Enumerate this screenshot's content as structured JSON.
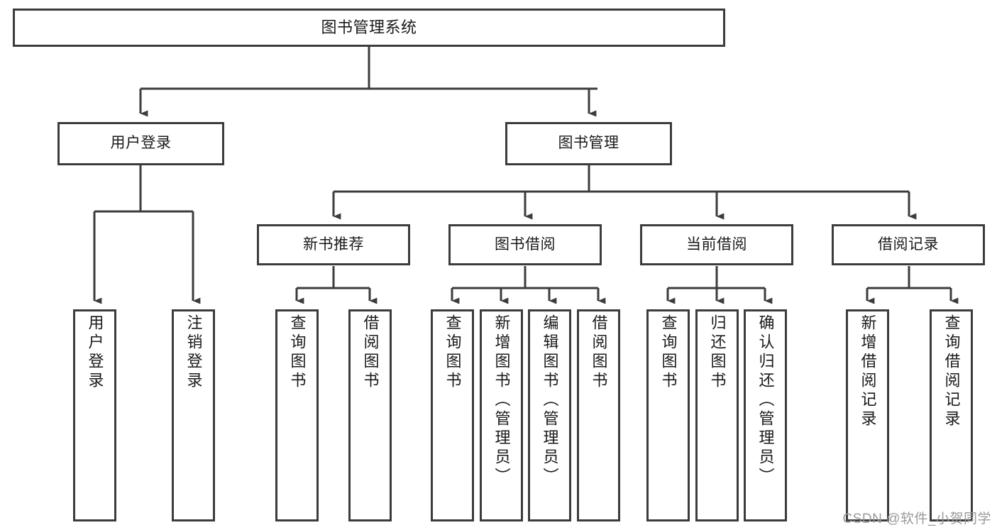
{
  "diagram": {
    "title": "图书管理系统",
    "type": "tree",
    "orientation": "top-down",
    "colors": {
      "stroke": "#3c3c3c",
      "fill": "#ffffff",
      "text": "#1a1a1a",
      "watermark": "#9a9a9a"
    },
    "nodes": {
      "root": {
        "label": "图书管理系统"
      },
      "level1": [
        {
          "label": "用户登录"
        },
        {
          "label": "图书管理"
        }
      ],
      "level2": [
        {
          "label": "新书推荐"
        },
        {
          "label": "图书借阅"
        },
        {
          "label": "当前借阅"
        },
        {
          "label": "借阅记录"
        }
      ],
      "leaves": {
        "user_login": [
          {
            "label": "用户登录"
          },
          {
            "label": "注销登录"
          }
        ],
        "new_book_recommend": [
          {
            "label": "查询图书"
          },
          {
            "label": "借阅图书"
          }
        ],
        "book_borrow": [
          {
            "label": "查询图书"
          },
          {
            "label": "新增图书（管理员）"
          },
          {
            "label": "编辑图书（管理员）"
          },
          {
            "label": "借阅图书"
          }
        ],
        "current_borrow": [
          {
            "label": "查询图书"
          },
          {
            "label": "归还图书"
          },
          {
            "label": "确认归还（管理员）"
          }
        ],
        "borrow_record": [
          {
            "label": "新增借阅记录"
          },
          {
            "label": "查询借阅记录"
          }
        ]
      }
    },
    "watermark": "CSDN @软件_小贺同学"
  }
}
